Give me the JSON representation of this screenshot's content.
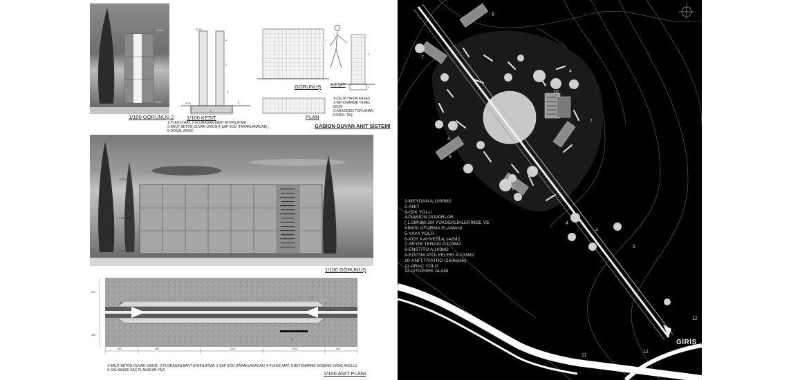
{
  "elevation2": {
    "caption": "1/100 GÖRÜNÜŞ 2",
    "levels": [
      "10.50",
      "5.00",
      "0.00"
    ]
  },
  "section": {
    "caption": "1/100 KESİT",
    "notes": [
      "1-PLEKSİ MAT, 2-FLORASAN BANT AYDINLATMA ,",
      "3-BRÜT BETON DUVAR 100CM,4-ŞAP 5CM (TARAKLANACAK) ,",
      "5-DOĞAL ARAZİ"
    ],
    "markers": [
      "1",
      "2",
      "3",
      "4",
      "5"
    ],
    "levels": [
      "10.50",
      "0.00"
    ]
  },
  "gabion": {
    "view_label": "GÖRÜNÜŞ",
    "section_label": "KESİT",
    "plan_label": "PLAN",
    "title": "GABİON DUVAR ANIT SİSTEMİ",
    "notes": [
      "1-ÇELİK HASIR KAFES",
      "2-BETONARME TEMEL",
      "50CM",
      "3-ARAZİDEN TOPLANAN",
      "DOĞAL TAŞ"
    ],
    "markers": [
      "1",
      "2",
      "3"
    ]
  },
  "elevation": {
    "caption": "1/100 GÖRÜNÜŞ",
    "levels": [
      "10.50",
      "5.00",
      "0.00"
    ]
  },
  "monument_plan": {
    "caption": "1/100 ANIT PLANI",
    "notes": [
      "1-BRÜT BETON DUVAR 100CM , 2-FLORASAN BANT AYDINLATMA, 3-ŞAP 5CM (TARAKLANACAK) 4-PLEKSİ MAT, 5-BETONARME DÖŞEME 50CM( ANOLU)",
      "6-GALVANİZE SAÇ PLAKADAN YAZI"
    ],
    "markers": [
      "1",
      "2",
      "3",
      "4",
      "5",
      "6"
    ],
    "dims": [
      "400",
      "800",
      "1000",
      "1000",
      "800",
      "400",
      "400",
      "400"
    ]
  },
  "site_plan": {
    "legend": [
      "1-MEYDAN A:1000M2",
      "2-ANIT",
      "3-IŞIK YOLU",
      "4-GABİON DUVARLAR",
      "( 1.5M-3M-2M  YÜKSEKLİKLERİNDE  VE",
      "KİMİSİ OTURMA ELAMANI",
      "5-YAYA YOLU",
      "6-KÖY KAHVESİ A:142M2",
      "7-SEYİR TERASI A:103M2",
      "8-ENSTİTÜ A:103M2",
      "9-EĞİTİM ATÖLYELERİ A:103M2",
      "10-ANFİ TİYATRO (250kişilik)",
      "11-ARAÇ YOLU",
      "12-OTOPARK ALANI"
    ],
    "entrance": "GİRİŞ",
    "numbers": [
      "6",
      "7",
      "4",
      "10",
      "7",
      "8",
      "9",
      "4",
      "4",
      "5",
      "11",
      "12",
      "12",
      "4"
    ]
  },
  "colors": {
    "site_bg": "#000000",
    "concrete": "#c8c8c8",
    "stone": "#9a9a9a",
    "sky_dark": "#555555"
  }
}
